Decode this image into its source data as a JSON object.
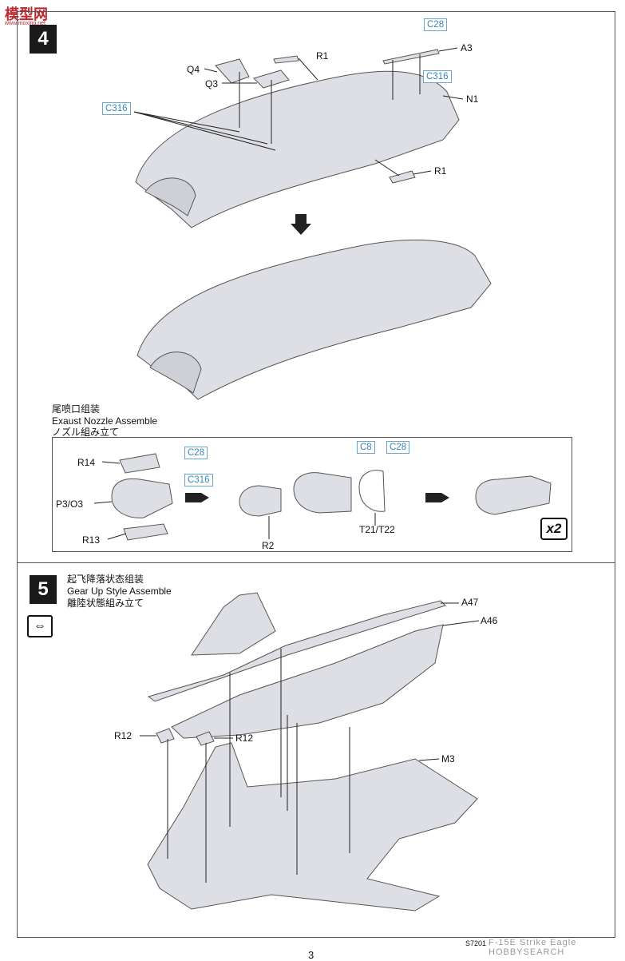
{
  "logo": {
    "text": "模型网",
    "sub": "www.moxing.net"
  },
  "step4": {
    "number": "4",
    "parts": {
      "q4": "Q4",
      "q3": "Q3",
      "r1_top": "R1",
      "a3": "A3",
      "n1": "N1",
      "r1_side": "R1"
    },
    "refs": {
      "c28": "C28",
      "c316_right": "C316",
      "c316_left": "C316"
    },
    "sub": {
      "title_cn": "尾喷口组装",
      "title_en": "Exaust Nozzle Assemble",
      "title_jp": "ノズル組み立て",
      "parts": {
        "r14": "R14",
        "p3o3": "P3/O3",
        "r13": "R13",
        "r2": "R2",
        "t21t22": "T21/T22"
      },
      "refs": {
        "c28_a": "C28",
        "c316": "C316",
        "c8": "C8",
        "c28_b": "C28"
      },
      "multiplier": "x2"
    }
  },
  "step5": {
    "number": "5",
    "title_cn": "起飞降落状态组装",
    "title_en": "Gear Up Style Assemble",
    "title_jp": "離陸状態組み立て",
    "symbol": "⇔",
    "parts": {
      "a47": "A47",
      "a46": "A46",
      "r12_left": "R12",
      "r12_right": "R12",
      "m3": "M3"
    }
  },
  "footer": {
    "code": "S7201",
    "text": "F-15E Strike Eagle HOBBYSEARCH",
    "page": "3"
  }
}
